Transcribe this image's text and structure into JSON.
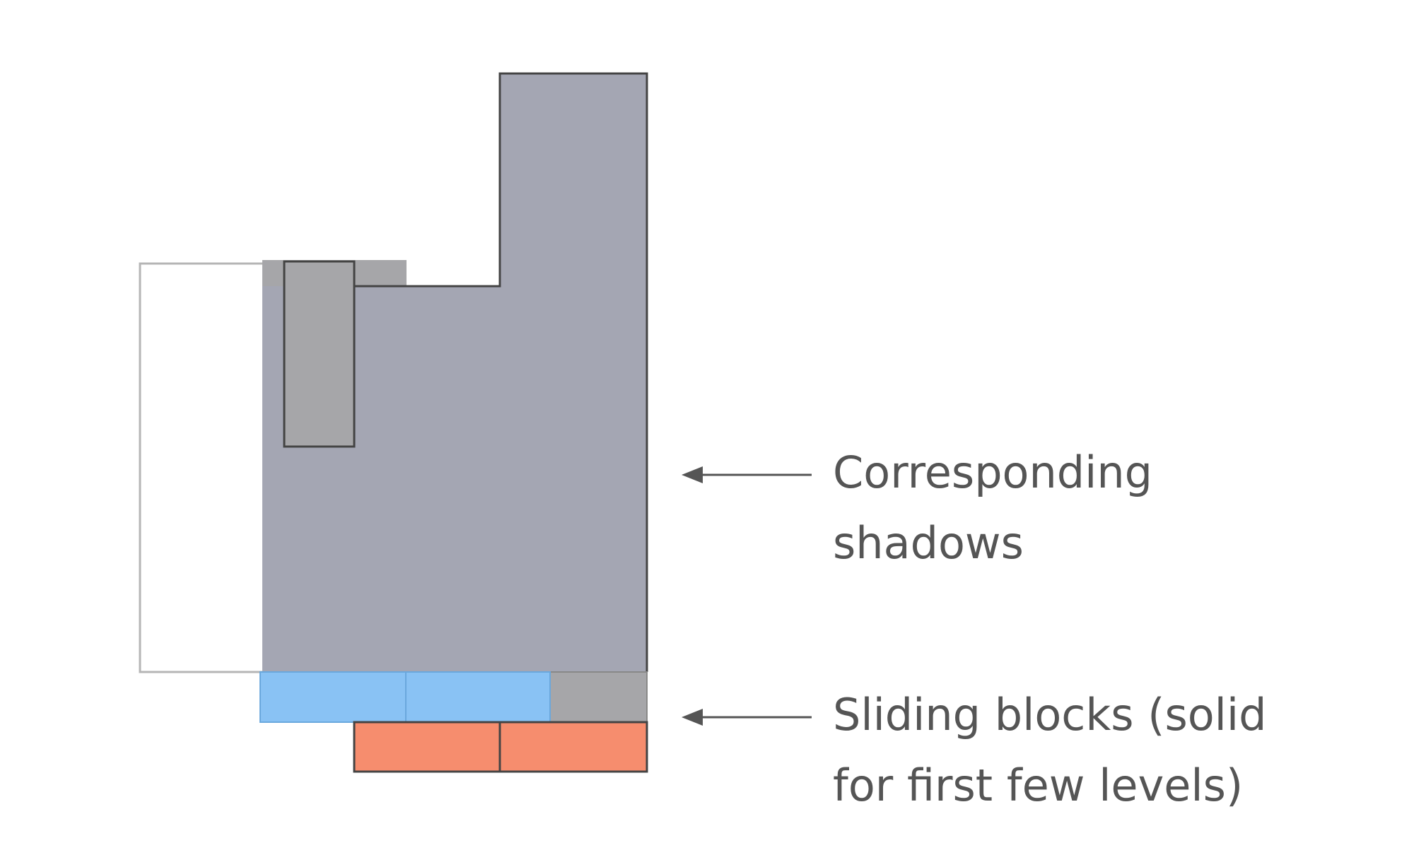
{
  "labels": {
    "shadows": {
      "line1": "Corresponding",
      "line2": "shadows"
    },
    "blocks": {
      "line1": "Sliding blocks (solid",
      "line2": "for first few levels)"
    }
  },
  "colors": {
    "shadow_fill": "#a4a6b3",
    "secondary_shadow": "#a6a6a9",
    "blue_block": "#89c2f4",
    "orange_block": "#f68d6e",
    "outline": "#444444",
    "text": "#555555",
    "arrow": "#555555"
  }
}
